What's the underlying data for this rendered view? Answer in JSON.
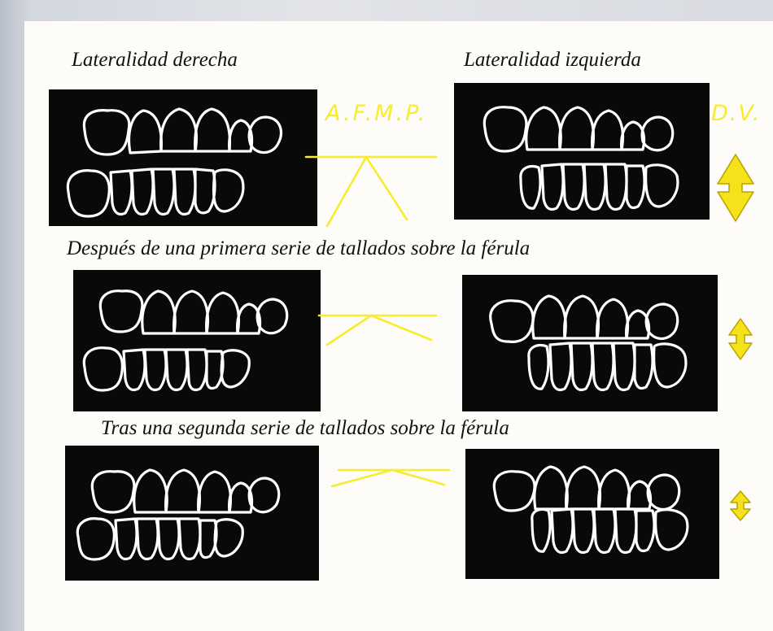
{
  "captions": {
    "right_laterality": "Lateralidad derecha",
    "left_laterality": "Lateralidad izquierda",
    "after_first_series": "Después de una primera serie de tallados sobre la férula",
    "after_second_series": "Tras una segunda serie de tallados sobre la férula"
  },
  "labels": {
    "afmp": "A.F.M.P.",
    "dv": "D.V."
  },
  "colors": {
    "annotation": "#f7ec2e",
    "arrow_fill": "#f5e21a",
    "arrow_stroke": "#b8a300",
    "panel_bg": "#0a0808",
    "tooth_outline": "#ffffff"
  },
  "icons": {
    "vertical_dimension_arrow": "double-headed-vertical-arrow-icon",
    "occlusal_angle": "angle-lines-icon"
  }
}
